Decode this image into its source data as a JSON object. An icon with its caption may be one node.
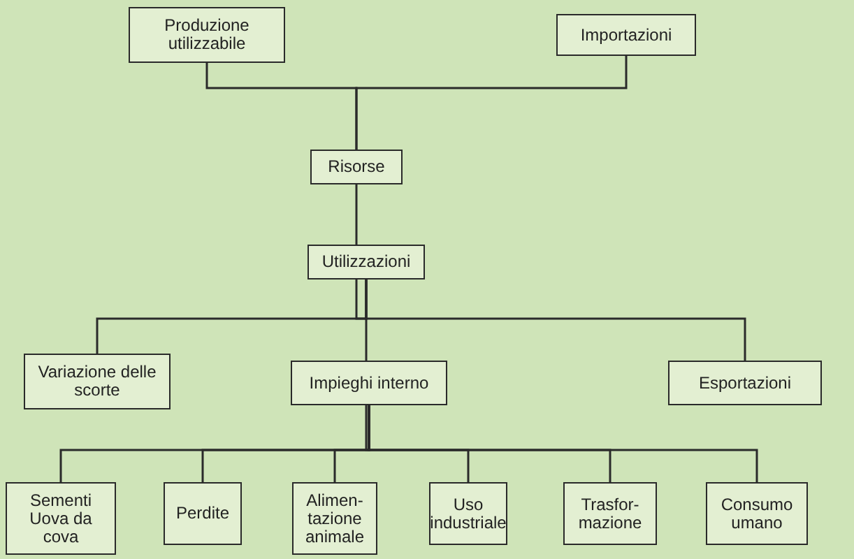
{
  "diagram": {
    "nodes": [
      {
        "text": [
          "Produzione utilizzabile"
        ]
      },
      {
        "text": [
          "Importazioni"
        ]
      },
      {
        "text": [
          "Risorse"
        ]
      },
      {
        "text": [
          "Utilizzazioni"
        ]
      },
      {
        "text": [
          "Variazione delle scorte"
        ]
      },
      {
        "text": [
          "Impieghi interno"
        ]
      },
      {
        "text": [
          "Esportazioni"
        ]
      },
      {
        "text": [
          "Sementi Uova da cova"
        ]
      },
      {
        "text": [
          "Perdite"
        ]
      },
      {
        "text": [
          "Alimen-tazione animale"
        ]
      },
      {
        "text": [
          "Uso industriale"
        ]
      },
      {
        "text": [
          "Trasfor-mazione"
        ]
      },
      {
        "text": [
          "Consumo umano"
        ]
      }
    ],
    "edges": [
      {
        "from": 0,
        "to": 2,
        "arrow": "none"
      },
      {
        "from": 1,
        "to": 2,
        "arrow": "none"
      },
      {
        "from": 2,
        "to": 3,
        "arrow": "none"
      },
      {
        "from": 3,
        "to": 4,
        "arrow": "none"
      },
      {
        "from": 3,
        "to": 5,
        "arrow": "none"
      },
      {
        "from": 3,
        "to": 6,
        "arrow": "none"
      },
      {
        "from": 5,
        "to": 7,
        "arrow": "none"
      },
      {
        "from": 5,
        "to": 8,
        "arrow": "none"
      },
      {
        "from": 5,
        "to": 9,
        "arrow": "none"
      },
      {
        "from": 5,
        "to": 10,
        "arrow": "none"
      },
      {
        "from": 5,
        "to": 11,
        "arrow": "none"
      },
      {
        "from": 5,
        "to": 12,
        "arrow": "none"
      }
    ]
  }
}
